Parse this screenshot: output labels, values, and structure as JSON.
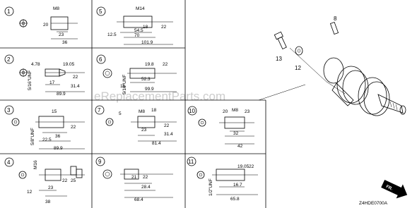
{
  "watermark": "eReplacementParts.com",
  "diagram_code": "Z4HDE0700A",
  "direction_label": "FR.",
  "assembly_callouts": [
    "8",
    "13",
    "12"
  ],
  "panels": [
    {
      "id": "1",
      "labels": [
        "M8",
        "20",
        "23",
        "36"
      ]
    },
    {
      "id": "5",
      "labels": [
        "M14",
        "18",
        "22",
        "12.5",
        "54.5",
        "70",
        "101.9"
      ]
    },
    {
      "id": "2",
      "labels": [
        "4.78",
        "19.05",
        "5/16\"UNF",
        "17",
        "22",
        "31.4",
        "89.9"
      ]
    },
    {
      "id": "6",
      "labels": [
        "19.8",
        "22",
        "5/16\"UNF",
        "16",
        "52.3",
        "99.9"
      ]
    },
    {
      "id": "3",
      "labels": [
        "15",
        "5/8\"UNF",
        "36",
        "22.5",
        "22",
        "89.9"
      ]
    },
    {
      "id": "7",
      "labels": [
        "5",
        "M8",
        "18",
        "23",
        "22",
        "31.4",
        "81.4"
      ]
    },
    {
      "id": "10",
      "labels": [
        "20",
        "M8",
        "23",
        "32",
        "42"
      ]
    },
    {
      "id": "4",
      "labels": [
        "M16",
        "22",
        "25",
        "12",
        "23",
        "38"
      ]
    },
    {
      "id": "9",
      "labels": [
        "21",
        "22",
        "28.4",
        "68.4"
      ]
    },
    {
      "id": "11",
      "labels": [
        "19.05",
        "22",
        "1/2\"UNF",
        "16.7",
        "65.8"
      ]
    }
  ]
}
